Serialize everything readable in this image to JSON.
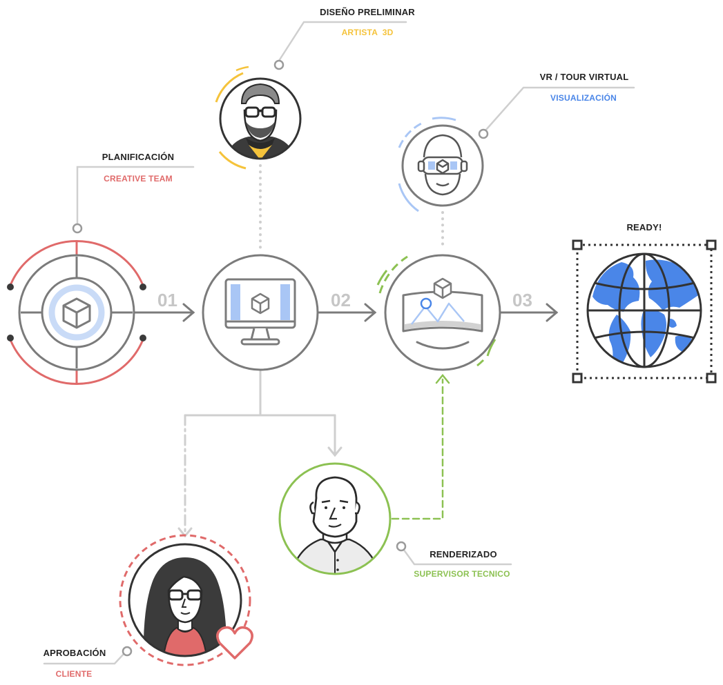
{
  "colors": {
    "red": "#e06a6a",
    "yellow": "#f5c33b",
    "blue": "#4a86e8",
    "green": "#8cc152",
    "gray": "#7b7b7b",
    "lightgray": "#cfcfcf"
  },
  "icons": {
    "planning": "target-cube-icon",
    "preliminary_design": "monitor-cube-icon",
    "render": "panorama-cube-icon",
    "ready": "globe-icon",
    "artist": "bearded-man-avatar",
    "vr": "vr-headset-avatar",
    "supervisor": "bald-man-avatar",
    "client": "woman-avatar",
    "approval": "heart-icon"
  },
  "labels": {
    "planning": {
      "title": "PLANIFICACIÓN",
      "subtitle": "CREATIVE TEAM"
    },
    "design": {
      "title": "DISEÑO PRELIMINAR",
      "subtitle": "ARTISTA  3D"
    },
    "vr": {
      "title": "VR / TOUR VIRTUAL",
      "subtitle": "VISUALIZACIÓN"
    },
    "ready": {
      "title": "READY!"
    },
    "render": {
      "title": "RENDERIZADO",
      "subtitle": "SUPERVISOR TECNICO"
    },
    "approval": {
      "title": "APROBACIÓN",
      "subtitle": "CLIENTE"
    }
  },
  "steps": [
    "01",
    "02",
    "03"
  ]
}
